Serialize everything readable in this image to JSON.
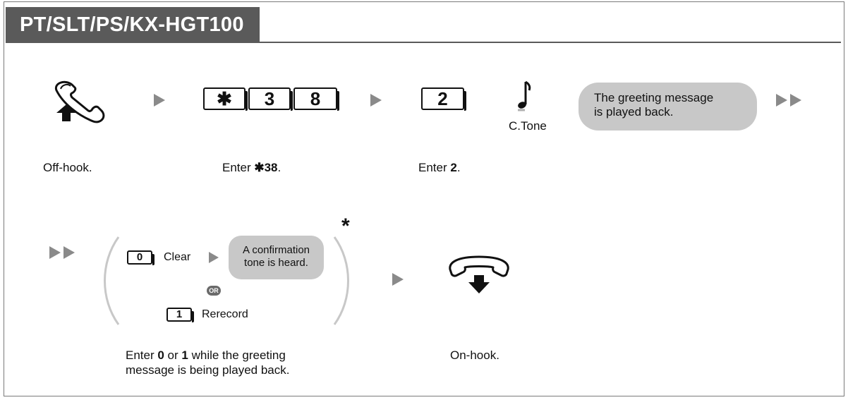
{
  "header": {
    "title": "PT/SLT/PS/KX-HGT100"
  },
  "steps": {
    "offhook_caption": "Off-hook.",
    "enter_prefix": "Enter ",
    "feature_code": "✱38",
    "period": ".",
    "keys": [
      "✱",
      "3",
      "8"
    ],
    "key2": "2",
    "enter2_value": "2",
    "ctone_label": "C.Tone",
    "greeting_bubble": "The greeting message is played back.",
    "greeting_line1": "The greeting message",
    "greeting_line2": "is played back."
  },
  "options": {
    "key0": "0",
    "clear_label": "Clear",
    "confirm_line1": "A confirmation",
    "confirm_line2": "tone is heard.",
    "or_badge": "OR",
    "key1": "1",
    "rerecord_label": "Rerecord",
    "asterisk": "*",
    "caption_enter": "Enter ",
    "caption_0": "0",
    "caption_or": " or ",
    "caption_1": "1",
    "caption_rest1": " while the greeting",
    "caption_rest2": "message is being played back."
  },
  "onhook": {
    "caption": "On-hook."
  },
  "colors": {
    "header_bg": "#5a5a5a",
    "bubble": "#c8c8c8",
    "arrow": "#8a8a8a"
  }
}
